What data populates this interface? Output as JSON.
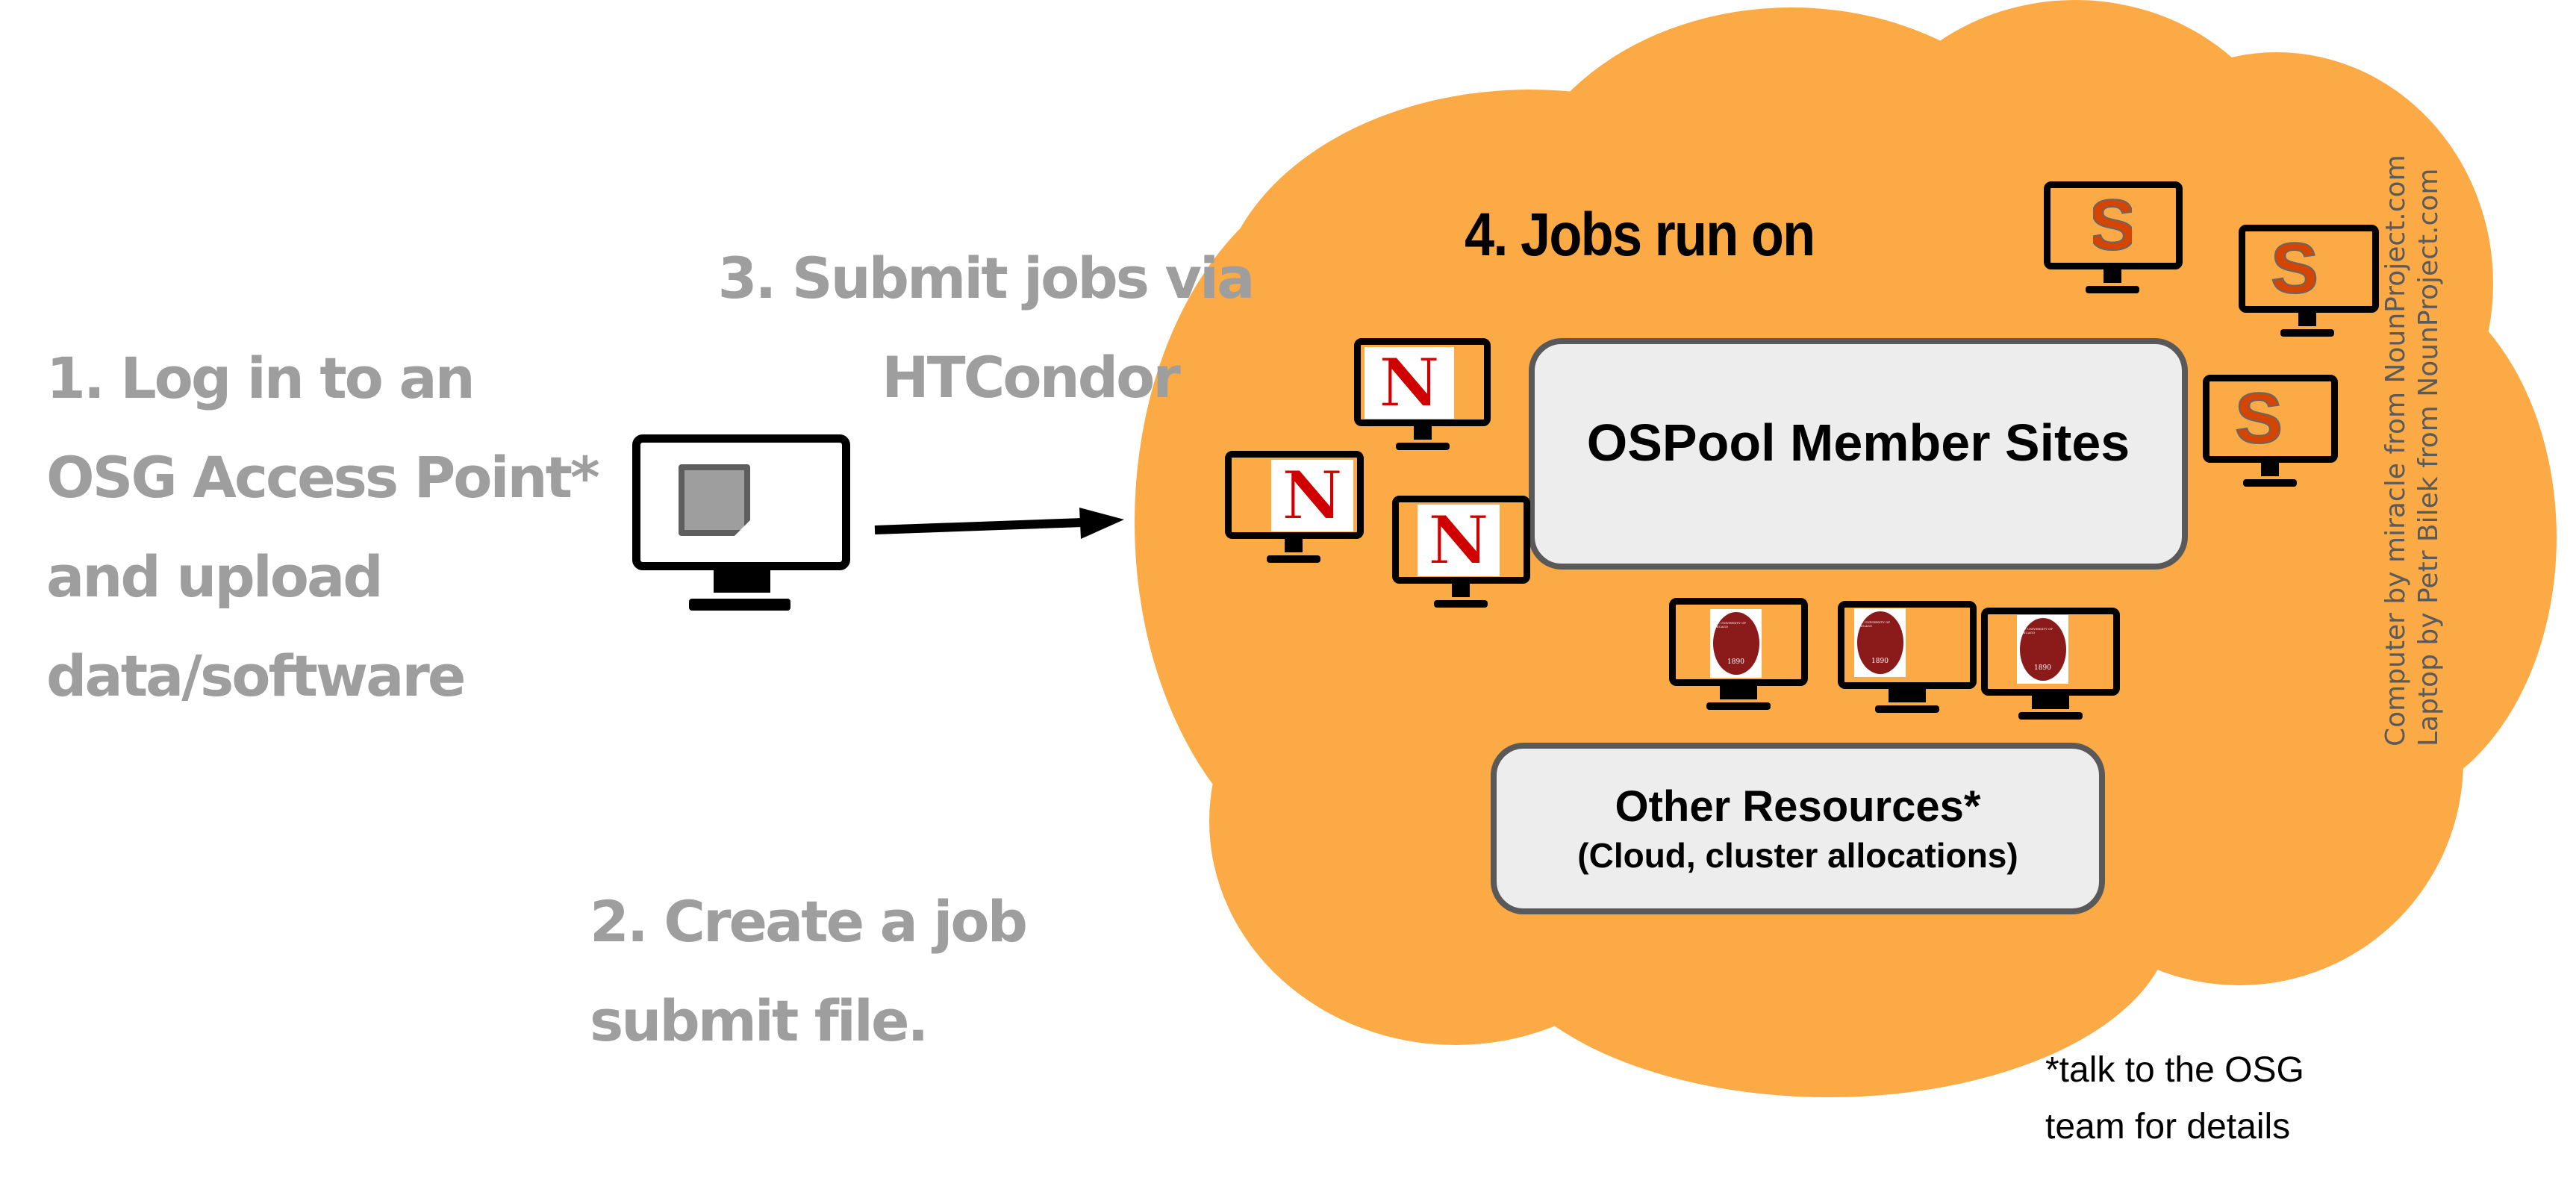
{
  "colors": {
    "cloud": "#fcaa45",
    "step_text": "#9e9e9e",
    "box_fill": "#ededed",
    "box_border": "#595959",
    "nebraska_red": "#d00000",
    "syracuse_orange": "#d44500",
    "chicago_maroon": "#8b1a1a"
  },
  "steps": {
    "step1": [
      "1. Log in to an",
      "OSG Access Point*",
      "and upload",
      "data/software"
    ],
    "step2": [
      "2. Create a job",
      "submit file."
    ],
    "step3": [
      "3. Submit jobs via",
      "HTCondor"
    ],
    "step4": "4. Jobs run on"
  },
  "boxes": {
    "ospool": "OSPool Member Sites",
    "other_title": "Other Resources*",
    "other_subtitle": "(Cloud, cluster allocations)"
  },
  "footnote": [
    "*talk to the OSG",
    "team for details"
  ],
  "credits": [
    "Computer by miracle from NounProject.com",
    "Laptop by Petr Bilek from NounProject.com"
  ],
  "logos": {
    "nebraska": "N",
    "syracuse": "S",
    "chicago_ring": "THE UNIVERSITY OF CHICAGO",
    "chicago_year": "1890"
  },
  "icons": {
    "laptop": "computer-with-document-icon",
    "arrow": "arrow-right-icon",
    "cloud": "cloud-shape"
  }
}
